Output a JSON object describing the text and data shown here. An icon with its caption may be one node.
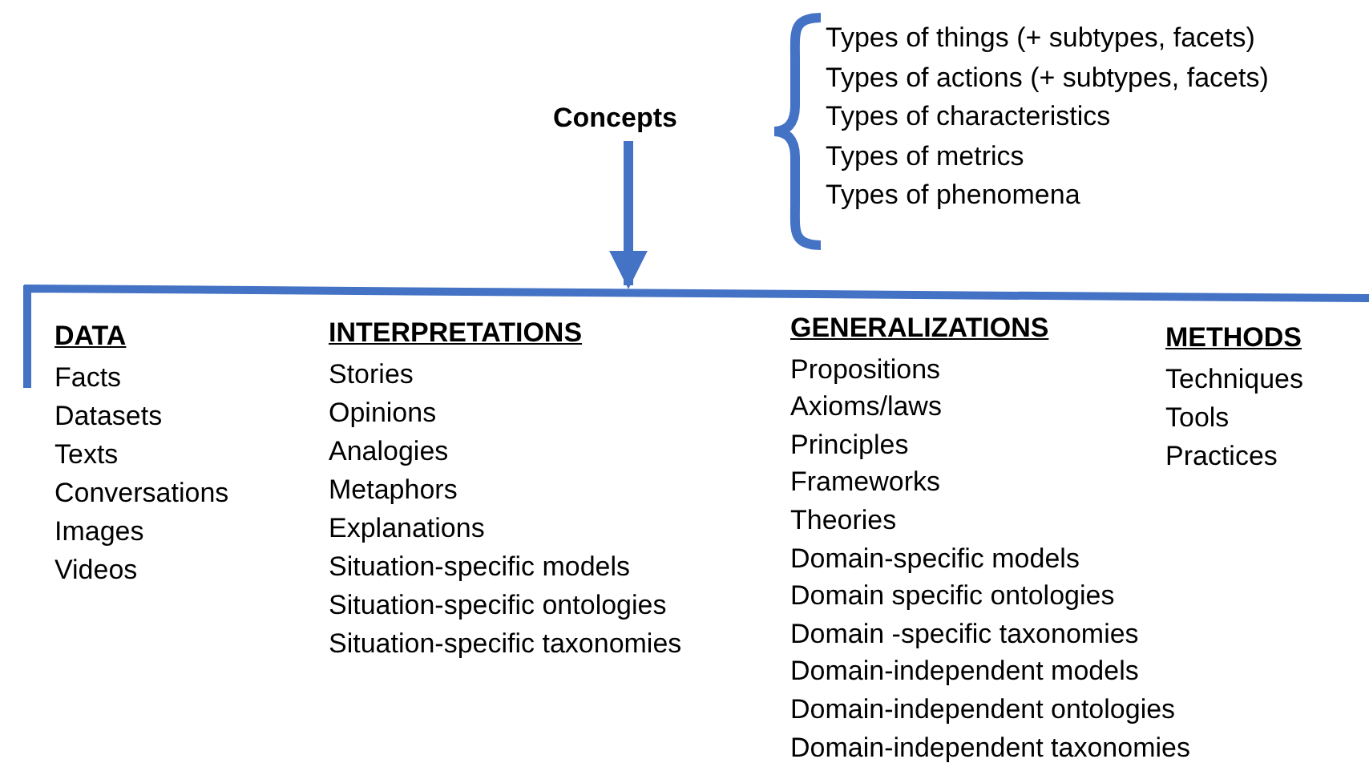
{
  "diagram": {
    "nodes": [
      {
        "text": [
          "Concepts"
        ]
      },
      {
        "text": [],
        "shape": "bar"
      }
    ],
    "edges": [
      {
        "from": 0,
        "to": 1,
        "arrow": "to"
      }
    ],
    "labels": [
      "Types of things (+ subtypes, facets)",
      "Types of actions (+ subtypes, facets)",
      "Types of characteristics",
      "Types of metrics",
      "Types of phenomena",
      "DATA",
      "Facts",
      "Datasets",
      "Texts",
      "Conversations",
      "Images",
      "Videos",
      "INTERPRETATIONS",
      "Stories",
      "Opinions",
      "Analogies",
      "Metaphors",
      "Explanations",
      "Situation-specific models",
      "Situation-specific ontologies",
      "Situation-specific taxonomies",
      "GENERALIZATIONS",
      "Propositions",
      "Axioms/laws",
      "Principles",
      "Frameworks",
      "Theories",
      "Domain-specific models",
      "Domain specific ontologies",
      "Domain -specific taxonomies",
      "Domain-independent models",
      "Domain-independent ontologies",
      "Domain-independent taxonomies",
      "METHODS",
      "Techniques",
      "Tools",
      "Practices"
    ]
  }
}
